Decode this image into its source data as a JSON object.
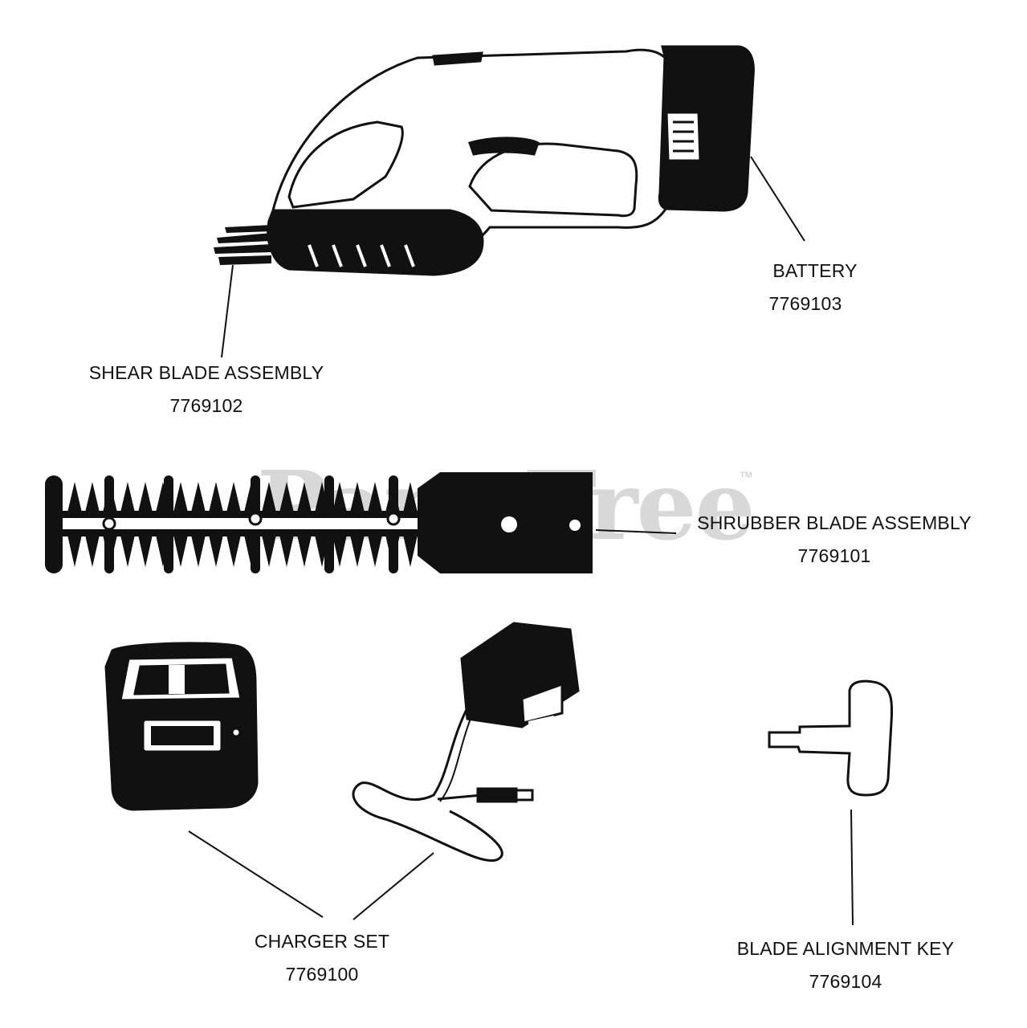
{
  "watermark": {
    "text": "PartsTree",
    "tm": "™"
  },
  "parts": [
    {
      "name": "SHEAR BLADE ASSEMBLY",
      "number": "7769102"
    },
    {
      "name": "BATTERY",
      "number": "7769103"
    },
    {
      "name": "SHRUBBER BLADE ASSEMBLY",
      "number": "7769101"
    },
    {
      "name": "CHARGER SET",
      "number": "7769100"
    },
    {
      "name": "BLADE ALIGNMENT KEY",
      "number": "7769104"
    }
  ],
  "colors": {
    "ink": "#111111",
    "watermark": "#d8d8d8",
    "housing": "#ffffff"
  }
}
